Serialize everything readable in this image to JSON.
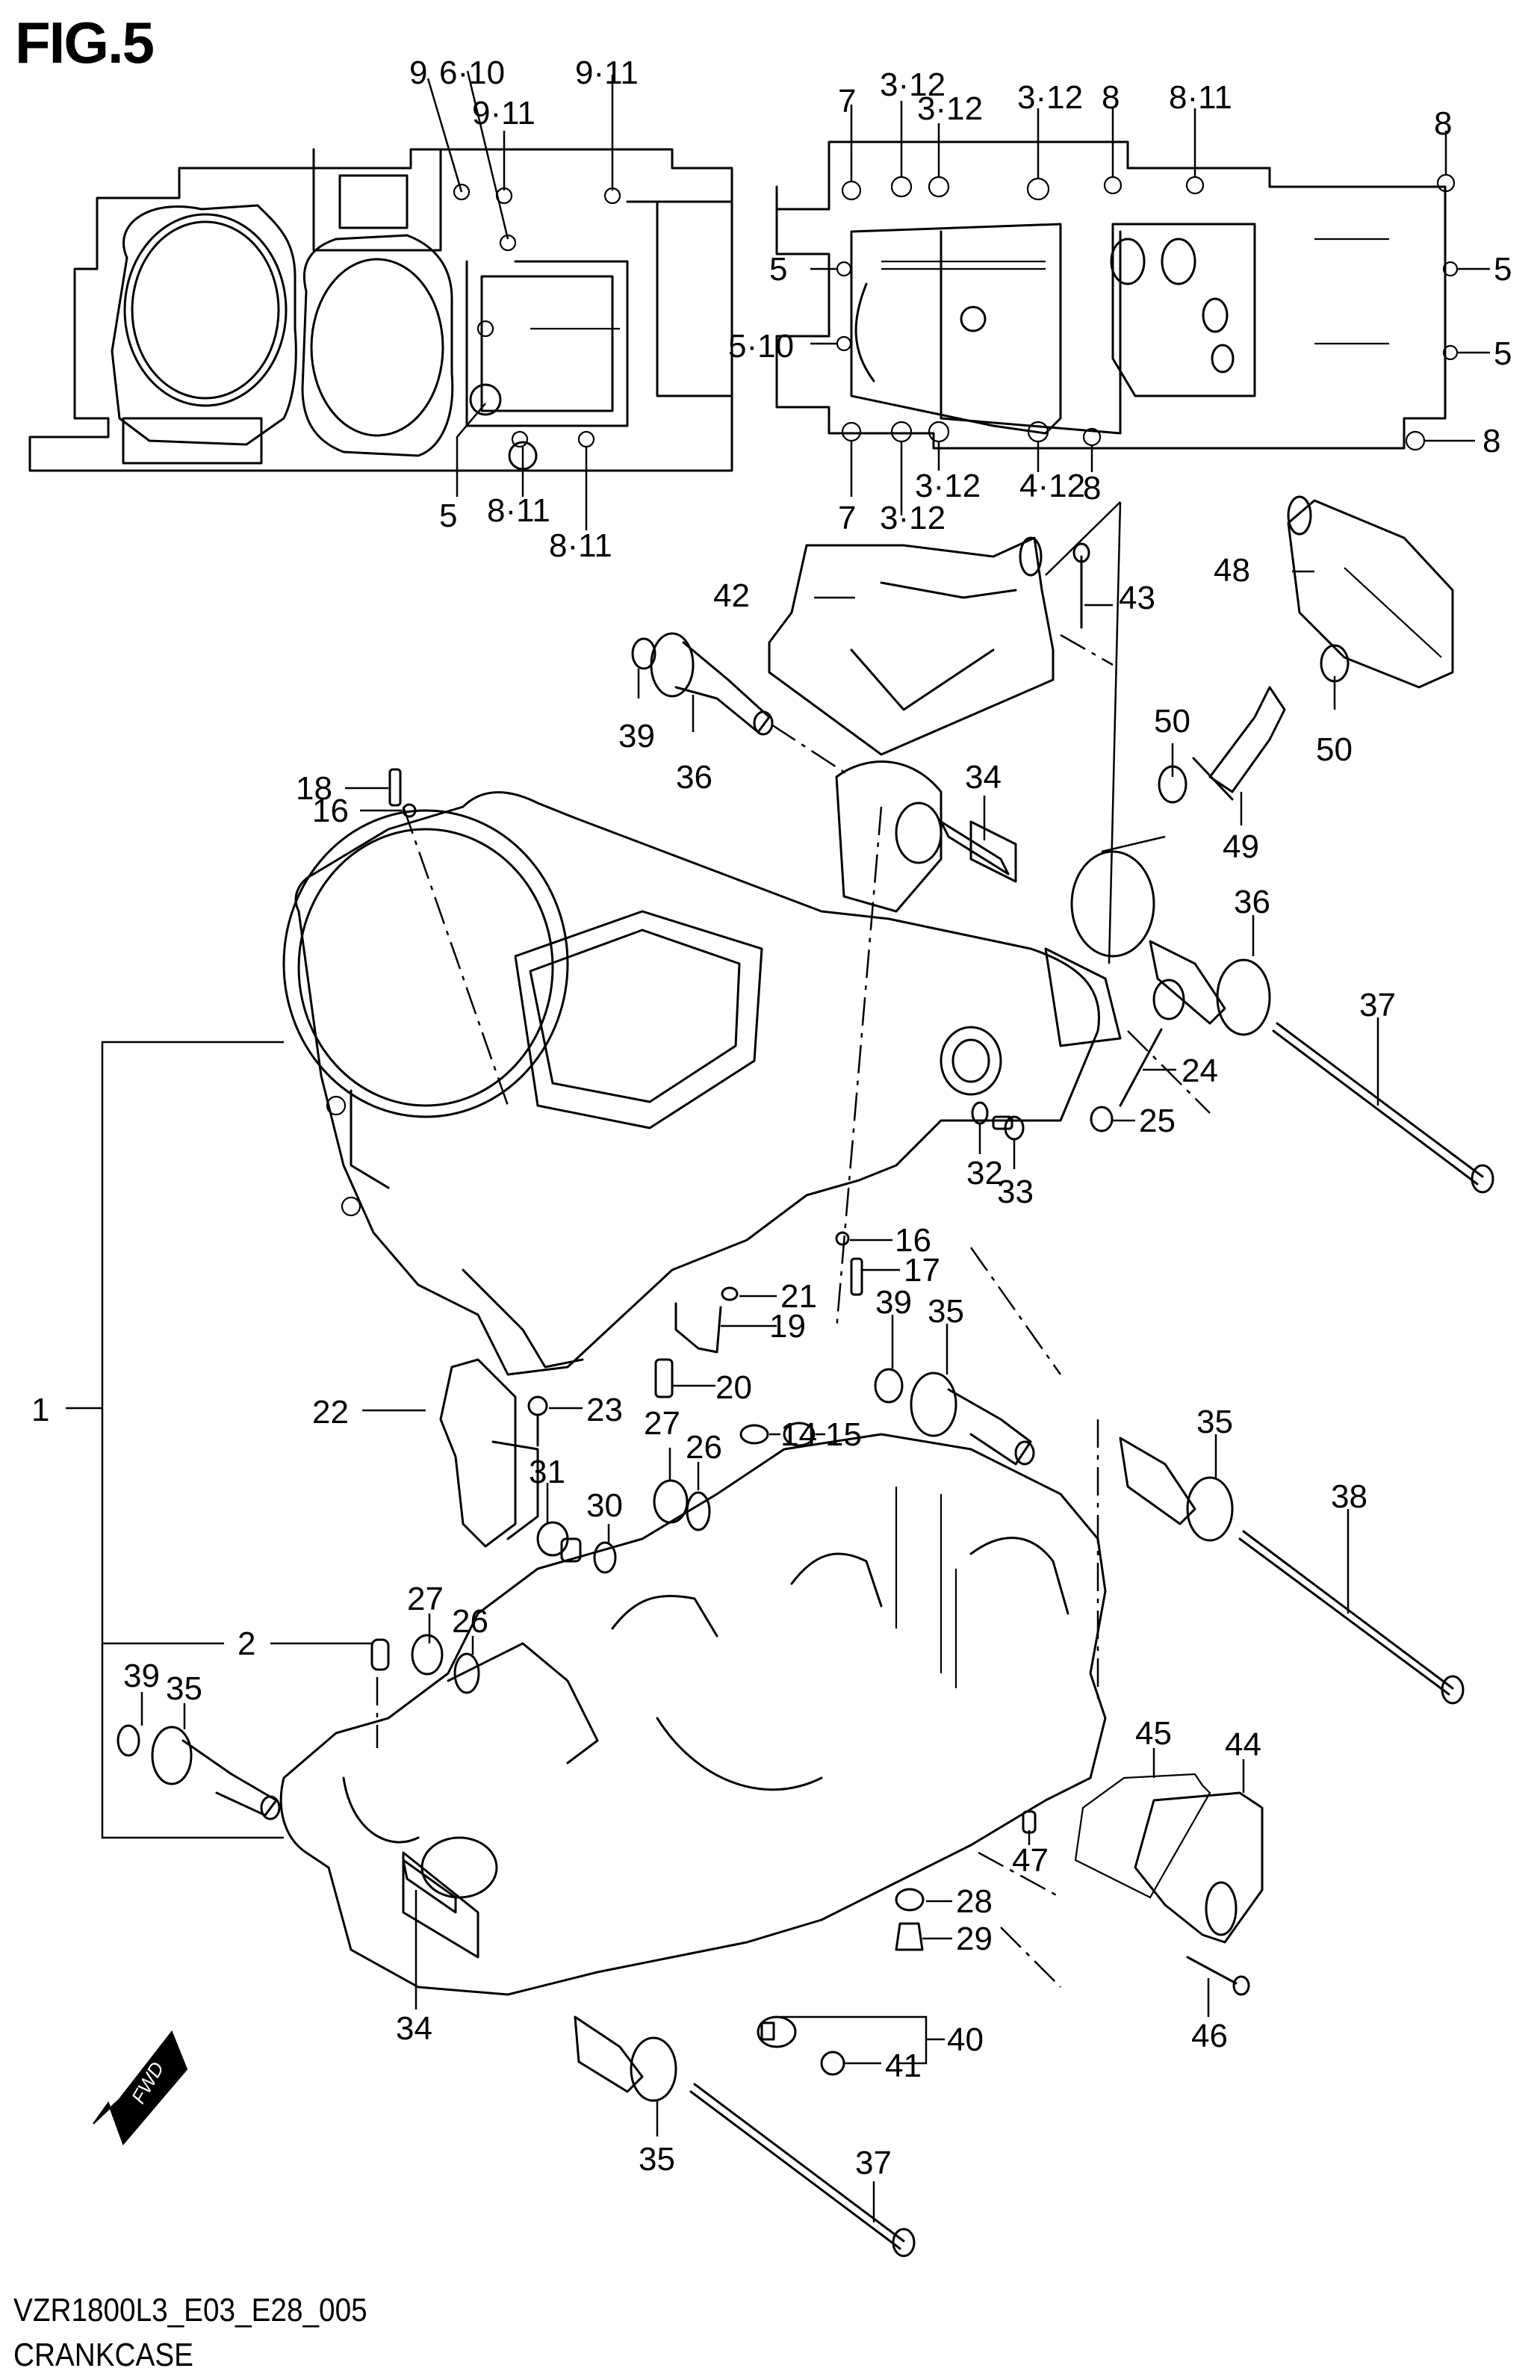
{
  "figure": {
    "title": "FIG.5",
    "model_code": "VZR1800L3_E03_E28_005",
    "section_name": "CRANKCASE",
    "fwd_label": "FWD"
  },
  "callouts": {
    "top_left_view": [
      "9",
      "6·10",
      "9·11",
      "9·11",
      "5",
      "8·11",
      "8·11"
    ],
    "top_right_view": [
      "7",
      "3·12",
      "3·12",
      "3·12",
      "8",
      "8·11",
      "8",
      "5",
      "5·10",
      "5",
      "5",
      "8",
      "7",
      "3·12",
      "3·12",
      "4·12",
      "8"
    ],
    "parts": [
      "1",
      "2",
      "14",
      "15",
      "16",
      "16",
      "17",
      "18",
      "19",
      "20",
      "21",
      "22",
      "23",
      "24",
      "25",
      "26",
      "26",
      "27",
      "27",
      "28",
      "29",
      "30",
      "31",
      "32",
      "33",
      "34",
      "34",
      "35",
      "35",
      "35",
      "35",
      "36",
      "36",
      "37",
      "37",
      "38",
      "39",
      "39",
      "39",
      "40",
      "41",
      "42",
      "43",
      "44",
      "45",
      "46",
      "47",
      "48",
      "49",
      "50",
      "50"
    ]
  },
  "labels": {
    "l_9": "9",
    "l_6_10": "6·10",
    "l_9_11a": "9·11",
    "l_9_11b": "9·11",
    "l_5_tl": "5",
    "l_8_11a": "8·11",
    "l_8_11b": "8·11",
    "r_7a": "7",
    "r_3_12a": "3·12",
    "r_3_12b": "3·12",
    "r_3_12c": "3·12",
    "r_8a": "8",
    "r_8_11": "8·11",
    "r_8b": "8",
    "r_5a": "5",
    "r_5_10": "5·10",
    "r_5b": "5",
    "r_5c": "5",
    "r_8c": "8",
    "r_7b": "7",
    "r_3_12d": "3·12",
    "r_3_12e": "3·12",
    "r_4_12": "4·12",
    "r_8d": "8",
    "p1": "1",
    "p2": "2",
    "p14": "14",
    "p15": "15",
    "p16a": "16",
    "p16b": "16",
    "p17": "17",
    "p18": "18",
    "p19": "19",
    "p20": "20",
    "p21": "21",
    "p22": "22",
    "p23": "23",
    "p24": "24",
    "p25": "25",
    "p26a": "26",
    "p26b": "26",
    "p27a": "27",
    "p27b": "27",
    "p28": "28",
    "p29": "29",
    "p30": "30",
    "p31": "31",
    "p32": "32",
    "p33": "33",
    "p34a": "34",
    "p34b": "34",
    "p35a": "35",
    "p35b": "35",
    "p35c": "35",
    "p35d": "35",
    "p36a": "36",
    "p36b": "36",
    "p37a": "37",
    "p37b": "37",
    "p38": "38",
    "p39a": "39",
    "p39b": "39",
    "p39c": "39",
    "p40": "40",
    "p41": "41",
    "p42": "42",
    "p43": "43",
    "p44": "44",
    "p45": "45",
    "p46": "46",
    "p47": "47",
    "p48": "48",
    "p49": "49",
    "p50a": "50",
    "p50b": "50"
  }
}
